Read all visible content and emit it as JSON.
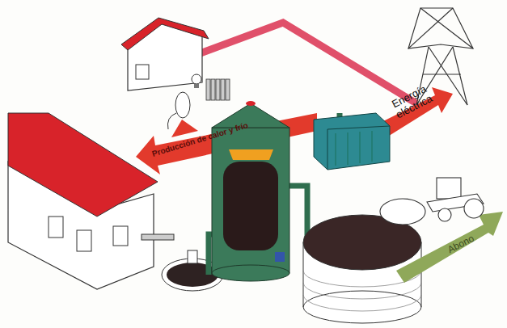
{
  "diagram": {
    "labels": [
      "Producción de calor y frío",
      "Energía eléctrica",
      "Abono"
    ]
  }
}
